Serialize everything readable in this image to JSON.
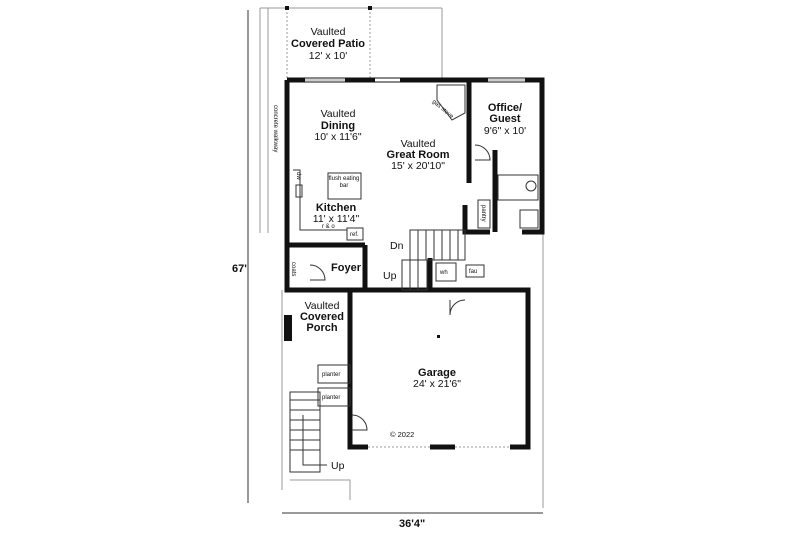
{
  "plan": {
    "rooms": [
      {
        "id": "patio",
        "prefix": "Vaulted",
        "name": "Covered Patio",
        "size": "12' x 10'"
      },
      {
        "id": "dining",
        "prefix": "Vaulted",
        "name": "Dining",
        "size": "10' x 11'6\""
      },
      {
        "id": "great",
        "prefix": "Vaulted",
        "name": "Great Room",
        "size": "15' x 20'10\""
      },
      {
        "id": "office",
        "name1": "Office/",
        "name2": "Guest",
        "size": "9'6\" x 10'"
      },
      {
        "id": "kitchen",
        "name": "Kitchen",
        "size": "11' x 11'4\""
      },
      {
        "id": "foyer",
        "name": "Foyer"
      },
      {
        "id": "porch",
        "prefix": "Vaulted",
        "name1": "Covered",
        "name2": "Porch"
      },
      {
        "id": "garage",
        "name": "Garage",
        "size": "24' x 21'6\""
      }
    ],
    "labels": {
      "walkway": "concrete walkway",
      "gas_stove": "gas stove",
      "eating_bar_1": "flush eating",
      "eating_bar_2": "bar",
      "dw": "dw",
      "range": "r & o",
      "ref": "ref.",
      "pantry": "pantry",
      "coats": "coats",
      "wh": "wh",
      "fau": "fau",
      "planter1": "planter",
      "planter2": "planter",
      "stairs_down": "Dn",
      "stairs_up": "Up",
      "ext_stairs_up": "Up",
      "copyright": "© 2022"
    },
    "dimensions": {
      "depth": "67'",
      "width": "36'4\""
    }
  }
}
